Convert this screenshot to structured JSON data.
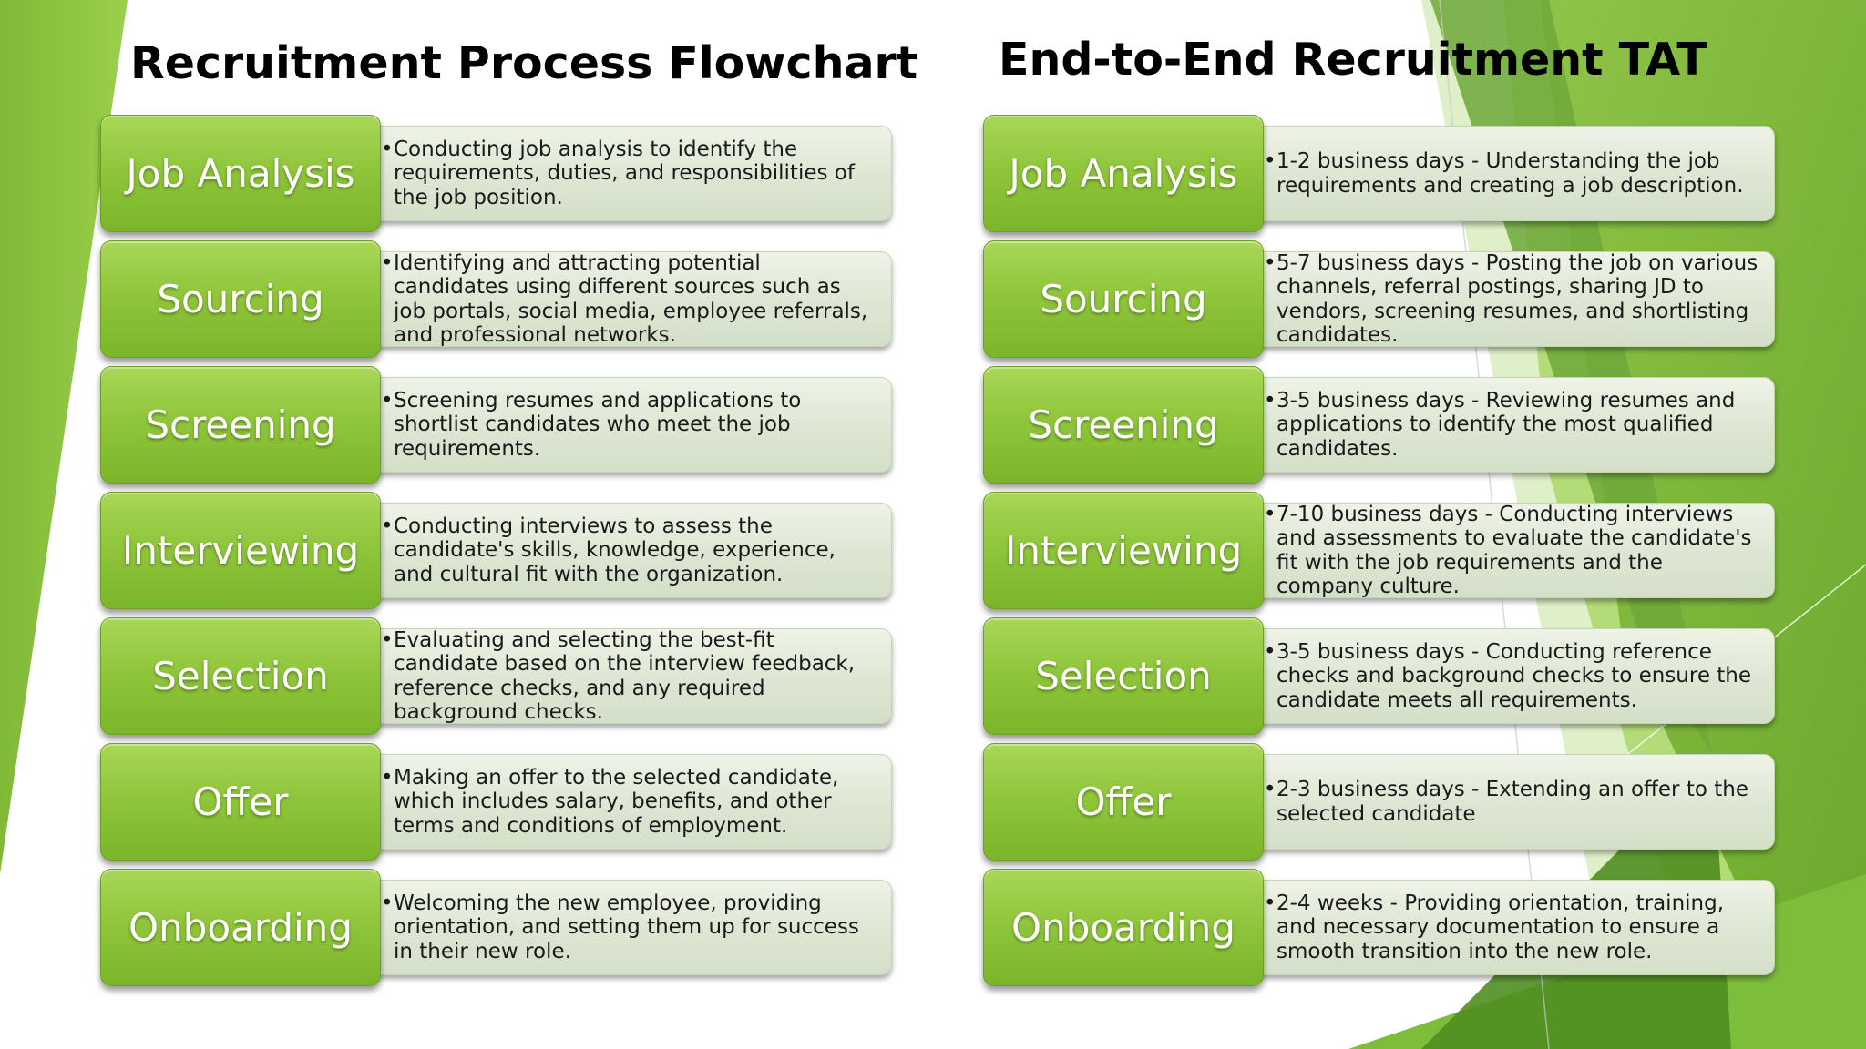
{
  "left_panel": {
    "title": "Recruitment Process Flowchart",
    "steps": [
      {
        "name": "Job Analysis",
        "detail": "Conducting job analysis to identify the requirements, duties, and responsibilities of the job position."
      },
      {
        "name": "Sourcing",
        "detail": "Identifying and attracting potential candidates using different sources such as job portals, social media, employee referrals, and professional networks."
      },
      {
        "name": "Screening",
        "detail": "Screening resumes and applications to shortlist candidates who meet the job requirements."
      },
      {
        "name": "Interviewing",
        "detail": "Conducting interviews to assess the candidate's skills, knowledge, experience, and cultural fit with the organization."
      },
      {
        "name": "Selection",
        "detail": "Evaluating and selecting the best-fit candidate based on the interview feedback, reference checks, and any required background checks."
      },
      {
        "name": "Offer",
        "detail": "Making an offer to the selected candidate, which includes salary, benefits, and other terms and conditions of employment."
      },
      {
        "name": "Onboarding",
        "detail": "Welcoming the new employee, providing orientation, and setting them up for success in their new role."
      }
    ]
  },
  "right_panel": {
    "title": "End-to-End Recruitment TAT",
    "steps": [
      {
        "name": "Job Analysis",
        "detail": "1-2 business days - Understanding the job requirements and creating a job description."
      },
      {
        "name": "Sourcing",
        "detail": "5-7 business days - Posting the job on various channels, referral postings, sharing JD to vendors, screening resumes, and shortlisting candidates."
      },
      {
        "name": "Screening",
        "detail": "3-5 business days - Reviewing resumes and applications to identify the most qualified candidates."
      },
      {
        "name": "Interviewing",
        "detail": "7-10 business days - Conducting interviews and assessments to evaluate the candidate's fit with the job requirements and the company culture."
      },
      {
        "name": "Selection",
        "detail": "3-5 business days - Conducting reference checks and background checks to ensure the candidate meets all requirements."
      },
      {
        "name": "Offer",
        "detail": "2-3 business days - Extending an offer to the selected candidate"
      },
      {
        "name": "Onboarding",
        "detail": "2-4 weeks - Providing orientation, training, and necessary documentation to ensure a smooth transition into the new role."
      }
    ]
  },
  "bullet_char": "•",
  "colors": {
    "step_green": "#8dc63f",
    "detail_fill": "#dde6d2",
    "background_green": "#8cc63f",
    "dark_green": "#5a9a24"
  }
}
